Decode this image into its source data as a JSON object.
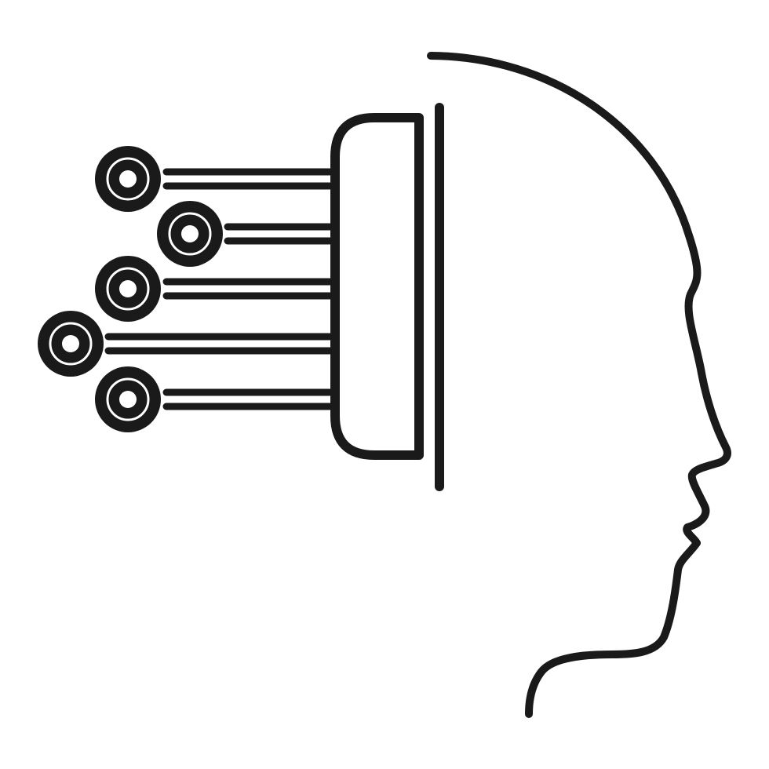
{
  "icon": {
    "name": "head-with-circuit-connector-icon",
    "parts": [
      "head-profile",
      "divider-line",
      "connector-plug",
      "circuit-node",
      "circuit-wire"
    ]
  },
  "colors": {
    "stroke": "#1a1a1a",
    "background": "#ffffff"
  }
}
